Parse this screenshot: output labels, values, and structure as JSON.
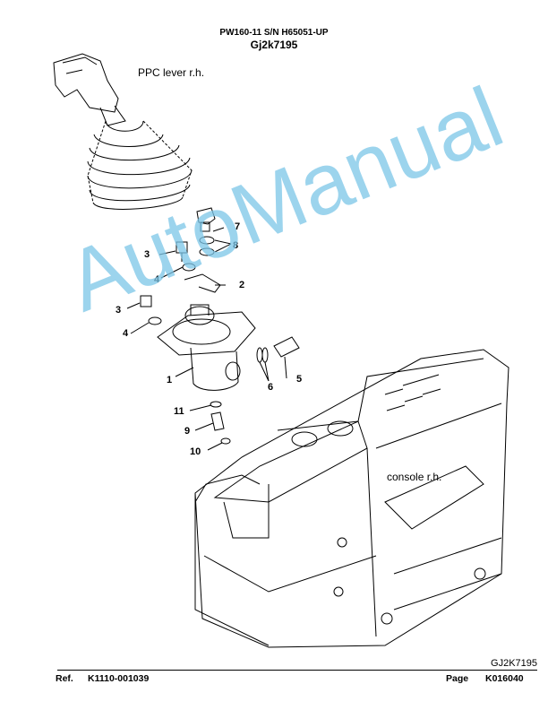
{
  "header": {
    "title": "PW160-11 S/N H65051-UP",
    "subtitle": "Gj2k7195"
  },
  "notes": {
    "ppc_lever": "PPC lever r.h.",
    "console": "console r.h."
  },
  "callouts": {
    "c1": "1",
    "c2": "2",
    "c3a": "3",
    "c3b": "3",
    "c4a": "4",
    "c4b": "4",
    "c5": "5",
    "c6": "6",
    "c7": "7",
    "c8": "8",
    "c9": "9",
    "c10": "10",
    "c11": "11"
  },
  "watermark": "AutoManual",
  "drawing_code": "GJ2K7195",
  "footer": {
    "ref_label": "Ref.",
    "ref_value": "K1110-001039",
    "page_label": "Page",
    "page_value": "K016040"
  }
}
